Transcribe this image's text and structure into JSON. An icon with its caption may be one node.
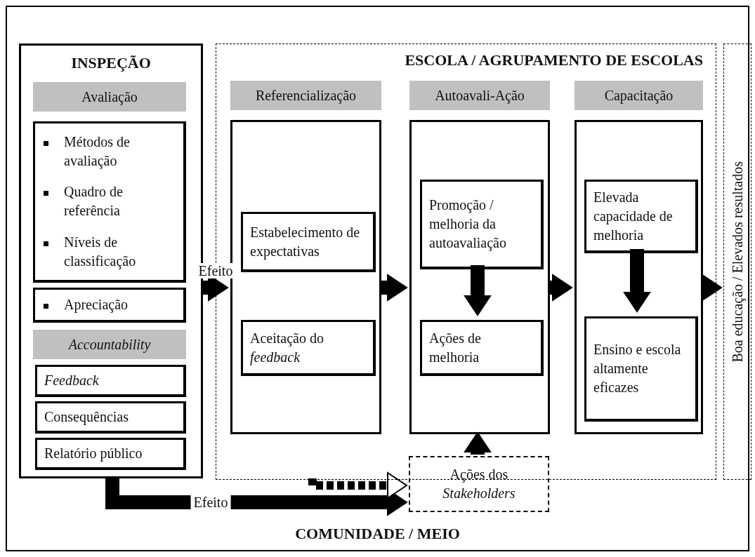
{
  "diagram": {
    "nodes": [
      {
        "text": [
          "COMUNIDADE / MEIO"
        ]
      },
      {
        "text": [
          "INSPEÇÃO"
        ],
        "in": 0
      },
      {
        "text": [
          "Avaliação"
        ],
        "in": 1
      },
      {
        "text": [
          "Métodos de avaliação",
          "Quadro de referência",
          "Níveis de classificação"
        ],
        "in": 1
      },
      {
        "text": [
          "Apreciação"
        ],
        "in": 1
      },
      {
        "text": [
          "Accountability"
        ],
        "in": 1
      },
      {
        "text": [
          "Feedback"
        ],
        "in": 1
      },
      {
        "text": [
          "Consequências"
        ],
        "in": 1
      },
      {
        "text": [
          "Relatório público"
        ],
        "in": 1
      },
      {
        "text": [
          "ESCOLA / AGRUPAMENTO DE ESCOLAS"
        ],
        "in": 0
      },
      {
        "text": [
          "Referencialização"
        ],
        "in": 9
      },
      {
        "text": [
          "Autoavali-Ação"
        ],
        "in": 9
      },
      {
        "text": [
          "Capacitação"
        ],
        "in": 9
      },
      {
        "text": [],
        "shape": "box",
        "in": 9
      },
      {
        "text": [
          "Estabelecimento de expectativas"
        ],
        "in": 13
      },
      {
        "text": [
          "Aceitação do *feedback*"
        ],
        "in": 13
      },
      {
        "text": [],
        "shape": "box",
        "in": 9
      },
      {
        "text": [
          "Promoção / melhoria da autoavaliação"
        ],
        "in": 16
      },
      {
        "text": [
          "Ações de melhoria"
        ],
        "in": 16
      },
      {
        "text": [],
        "shape": "box",
        "in": 9
      },
      {
        "text": [
          "Elevada capacidade de melhoria"
        ],
        "in": 19
      },
      {
        "text": [
          "Ensino e escola altamente eficazes"
        ],
        "in": 19
      },
      {
        "text": [
          "Boa educação / Elevados resultados"
        ],
        "in": 0
      },
      {
        "text": [
          "Ações dos *Stakeholders*"
        ],
        "in": 0
      }
    ],
    "edges": [
      {
        "from": 1,
        "to": 13,
        "arrow": "to",
        "label": "Efeito"
      },
      {
        "from": 13,
        "to": 16,
        "arrow": "to"
      },
      {
        "from": 17,
        "to": 18,
        "arrow": "to"
      },
      {
        "from": 16,
        "to": 19,
        "arrow": "to"
      },
      {
        "from": 20,
        "to": 21,
        "arrow": "to"
      },
      {
        "from": 19,
        "to": 22,
        "arrow": "to"
      },
      {
        "from": 23,
        "to": 16,
        "arrow": "to"
      },
      {
        "from": 1,
        "to": 23,
        "arrow": "to",
        "label": "Efeito"
      },
      {
        "from": 9,
        "to": 23,
        "arrow": "to",
        "style": "dashed"
      }
    ]
  }
}
